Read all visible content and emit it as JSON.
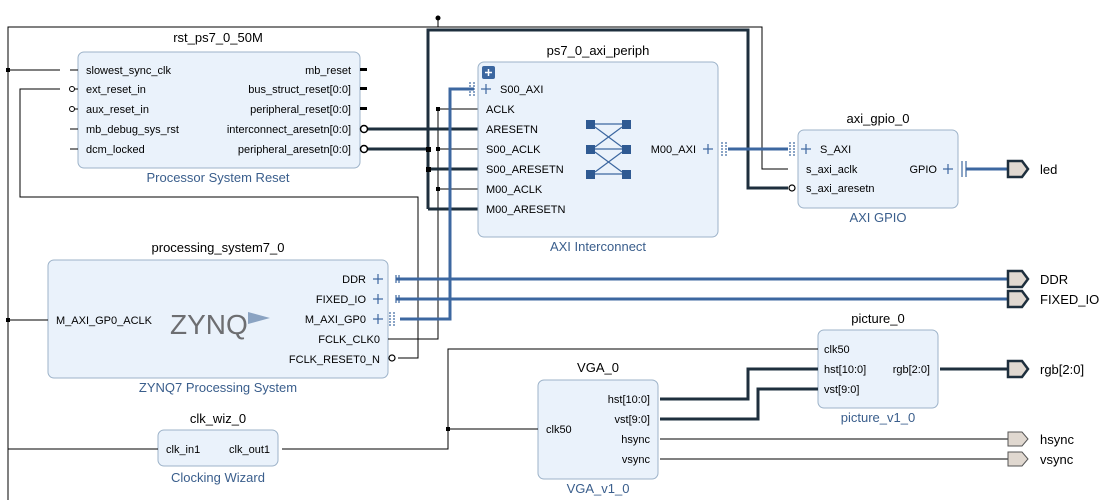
{
  "blocks": {
    "rst": {
      "title": "rst_ps7_0_50M",
      "subtitle": "Processor System Reset",
      "inputs": [
        "slowest_sync_clk",
        "ext_reset_in",
        "aux_reset_in",
        "mb_debug_sys_rst",
        "dcm_locked"
      ],
      "outputs": [
        "mb_reset",
        "bus_struct_reset[0:0]",
        "peripheral_reset[0:0]",
        "interconnect_aresetn[0:0]",
        "peripheral_aresetn[0:0]"
      ]
    },
    "ps7": {
      "title": "processing_system7_0",
      "subtitle": "ZYNQ7 Processing System",
      "logo": "ZYNQ",
      "inputs": [
        "M_AXI_GP0_ACLK"
      ],
      "outputs": [
        "DDR",
        "FIXED_IO",
        "M_AXI_GP0",
        "FCLK_CLK0",
        "FCLK_RESET0_N"
      ]
    },
    "periph": {
      "title": "ps7_0_axi_periph",
      "subtitle": "AXI Interconnect",
      "inputs": [
        "S00_AXI",
        "ACLK",
        "ARESETN",
        "S00_ACLK",
        "S00_ARESETN",
        "M00_ACLK",
        "M00_ARESETN"
      ],
      "outputs": [
        "M00_AXI"
      ]
    },
    "gpio": {
      "title": "axi_gpio_0",
      "subtitle": "AXI GPIO",
      "inputs": [
        "S_AXI",
        "s_axi_aclk",
        "s_axi_aresetn"
      ],
      "outputs": [
        "GPIO"
      ]
    },
    "picture": {
      "title": "picture_0",
      "subtitle": "picture_v1_0",
      "inputs": [
        "clk50",
        "hst[10:0]",
        "vst[9:0]"
      ],
      "outputs": [
        "rgb[2:0]"
      ]
    },
    "vga": {
      "title": "VGA_0",
      "subtitle": "VGA_v1_0",
      "inputs": [
        "clk50"
      ],
      "outputs": [
        "hst[10:0]",
        "vst[9:0]",
        "hsync",
        "vsync"
      ]
    },
    "clkwiz": {
      "title": "clk_wiz_0",
      "subtitle": "Clocking Wizard",
      "inputs": [
        "clk_in1"
      ],
      "outputs": [
        "clk_out1"
      ]
    }
  },
  "ports": {
    "led": "led",
    "ddr": "DDR",
    "fixed_io": "FIXED_IO",
    "rgb": "rgb[2:0]",
    "hsync": "hsync",
    "vsync": "vsync"
  },
  "colors": {
    "block_fill": "#eaf2fb",
    "block_stroke": "#9db3c9",
    "bus": "#3c67a0",
    "subtitle": "#3a5e8c",
    "port_fill": "#e0d8d0"
  }
}
